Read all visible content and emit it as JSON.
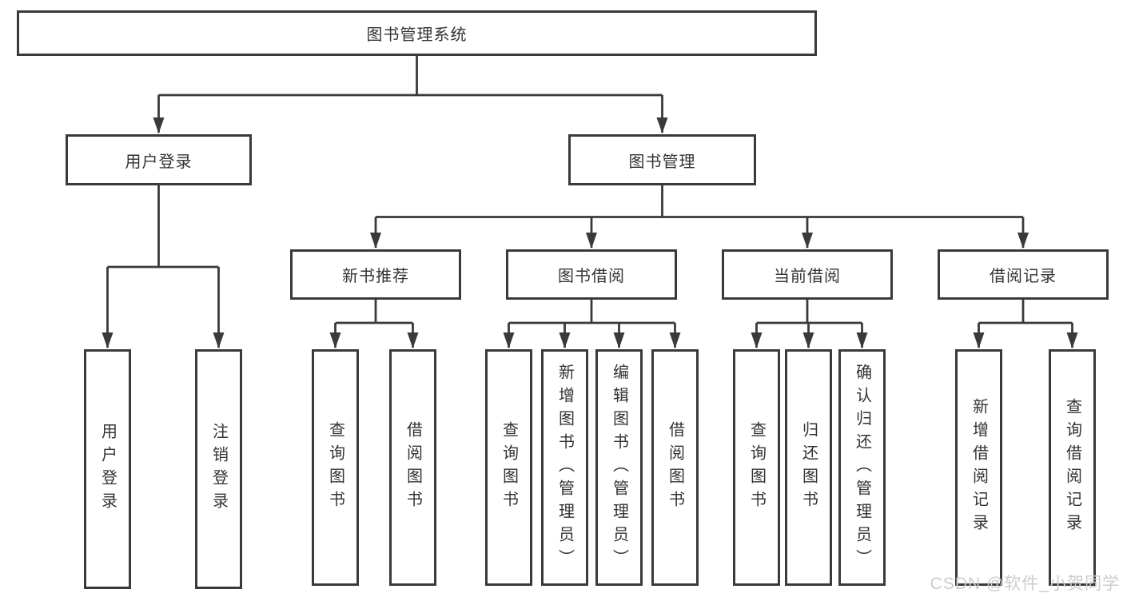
{
  "tree": {
    "root": "图书管理系统",
    "level2": [
      "用户登录",
      "图书管理"
    ],
    "level3": [
      "新书推荐",
      "图书借阅",
      "当前借阅",
      "借阅记录"
    ],
    "leaves": {
      "login": [
        "用户登录",
        "注销登录"
      ],
      "recommend": [
        "查询图书",
        "借阅图书"
      ],
      "borrow": [
        "查询图书",
        "新增图书（管理员）",
        "编辑图书（管理员）",
        "借阅图书"
      ],
      "current": [
        "查询图书",
        "归还图书",
        "确认归还（管理员）"
      ],
      "records": [
        "新增借阅记录",
        "查询借阅记录"
      ]
    }
  },
  "watermark": "CSDN @软件_小贺同学",
  "colors": {
    "line": "#3a3a3a",
    "text": "#333333",
    "watermark": "#cccccc",
    "background": "#ffffff"
  }
}
